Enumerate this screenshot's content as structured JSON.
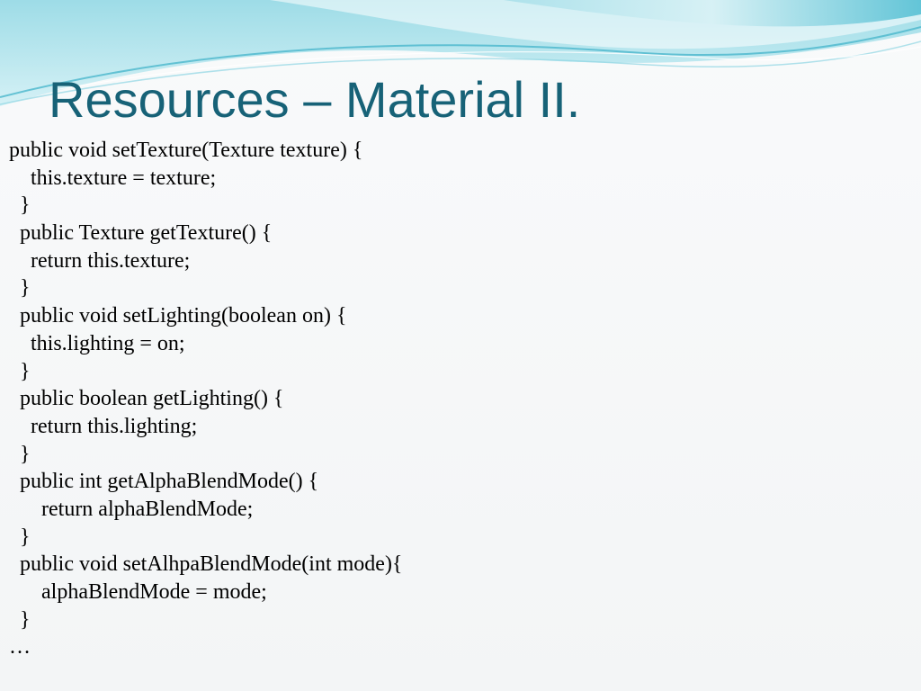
{
  "slide": {
    "title": "Resources – Material II.",
    "code_lines": [
      "public void setTexture(Texture texture) {",
      "    this.texture = texture;",
      "  }",
      "  public Texture getTexture() {",
      "    return this.texture;",
      "  }",
      "  public void setLighting(boolean on) {",
      "    this.lighting = on;",
      "  }",
      "  public boolean getLighting() {",
      "    return this.lighting;",
      "  }",
      "  public int getAlphaBlendMode() {",
      "      return alphaBlendMode;",
      "  }",
      "  public void setAlhpaBlendMode(int mode){",
      "      alphaBlendMode = mode;",
      "  }",
      "…"
    ]
  },
  "colors": {
    "title": "#176277",
    "wave_primary": "#5cc6d8",
    "wave_light": "#bfe9f0",
    "background": "#f6f8f9"
  }
}
